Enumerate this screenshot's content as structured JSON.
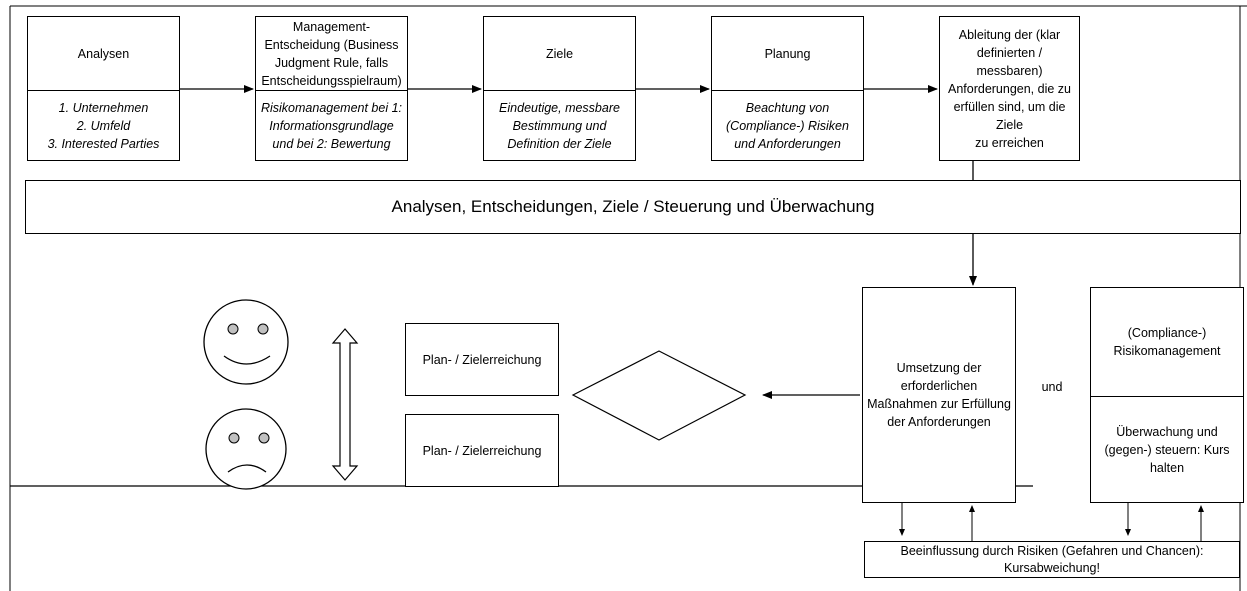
{
  "top_boxes": [
    {
      "title": "Analysen",
      "body": "1. Unternehmen\n2. Umfeld\n3. Interested Parties"
    },
    {
      "title": "Management-\nEntscheidung (Business\nJudgment Rule, falls\nEntscheidungsspielraum)",
      "body": "Risikomanagement bei 1:\nInformationsgrundlage\nund bei 2: Bewertung"
    },
    {
      "title": "Ziele",
      "body": "Eindeutige, messbare\nBestimmung und\nDefinition der Ziele"
    },
    {
      "title": "Planung",
      "body": "Beachtung von\n(Compliance-) Risiken\nund Anforderungen"
    }
  ],
  "derivation_box": "Ableitung der (klar\ndefinierten / messbaren)\nAnforderungen, die zu\nerfüllen sind, um die Ziele\nzu erreichen",
  "banner": "Analysen, Entscheidungen, Ziele / Steuerung und Überwachung",
  "plan_box_upper": "Plan- / Zielerreichung",
  "plan_box_lower": "Plan- / Zielerreichung",
  "implementation_box": "Umsetzung der\nerforderlichen\nMaßnahmen zur Erfüllung\nder Anforderungen",
  "connector_und": "und",
  "risk_box": {
    "title": "(Compliance-)\nRisikomanagement",
    "body": "Überwachung und\n(gegen-) steuern: Kurs\nhalten"
  },
  "influence_box": "Beeinflussung durch Risiken (Gefahren und Chancen):\nKursabweichung!",
  "icons": {
    "happy": "smiley-happy-icon",
    "sad": "smiley-sad-icon",
    "double_arrow": "double-arrow-icon",
    "decision": "diamond-icon"
  }
}
